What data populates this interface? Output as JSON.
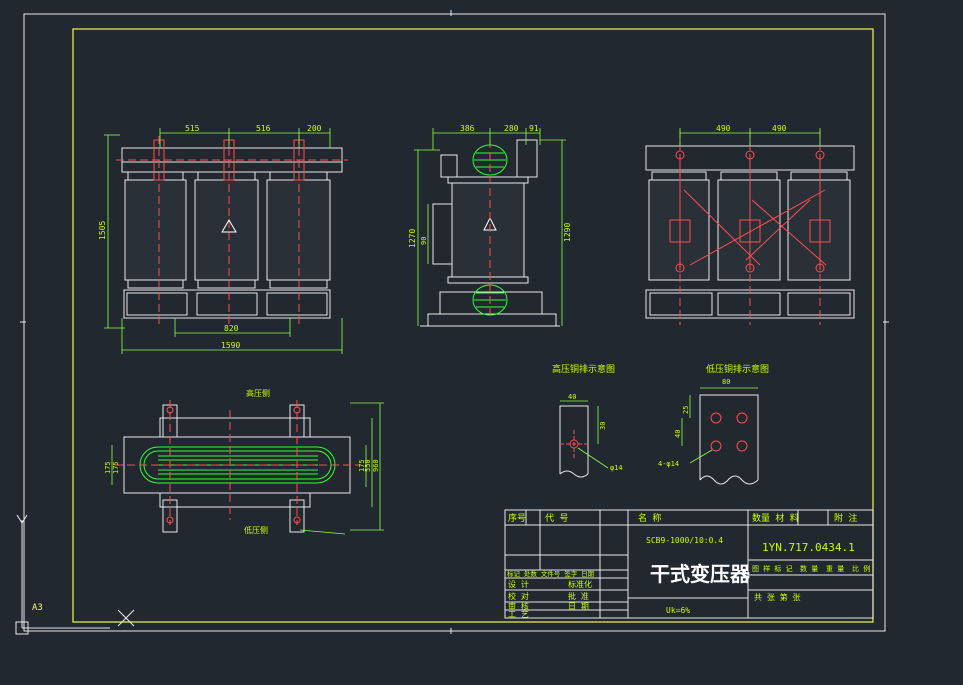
{
  "drawing": {
    "sheet_size": "A3",
    "labels": {
      "hv_copper_title": "高压铜排示意图",
      "lv_copper_title": "低压铜排示意图",
      "hv_side": "高压侧",
      "lv_side": "低压侧"
    },
    "dims": {
      "front": {
        "d1": "515",
        "d2": "516",
        "d3": "200",
        "h_total": "1505",
        "w_mid": "820",
        "w_total": "1590"
      },
      "side": {
        "d1": "386",
        "d2": "280",
        "d3": "91",
        "h_left": "1270",
        "h_small": "90",
        "h_right": "1290"
      },
      "back": {
        "d1": "490",
        "d2": "490"
      },
      "top": {
        "d_left": "175",
        "d_left2": "175",
        "d_mid": "550",
        "d_total": "960"
      },
      "hv_bar": {
        "w": "40",
        "h": "30",
        "hole": "φ14"
      },
      "lv_bar": {
        "w": "80",
        "h1": "25",
        "h2": "40",
        "holes": "4-φ14"
      }
    },
    "title_block": {
      "hdr_no": "序号",
      "hdr_code": "代  号",
      "hdr_name": "名      称",
      "hdr_qty": "数量 材 料",
      "hdr_note": "附 注",
      "model": "SCB9-1000/10:0.4",
      "product_name": "干式变压器",
      "drawing_number": "1YN.717.0434.1",
      "impedance": "Uk=6%",
      "sub_headers": [
        "图 样 标 记",
        "数 量",
        "重 量",
        "比 例"
      ],
      "share_row": "共   张      第   张",
      "rev_row": "标记 处数 文件号 签字 日期",
      "roles": [
        "设 计",
        "校 对",
        "审 核",
        "工 艺"
      ],
      "roles2": [
        "标准化",
        "批 准",
        "日 期"
      ]
    }
  }
}
